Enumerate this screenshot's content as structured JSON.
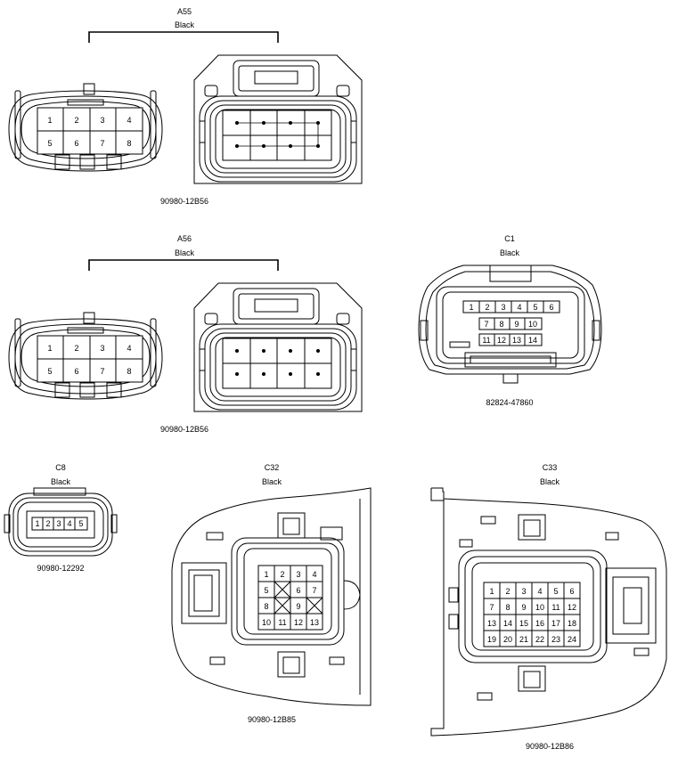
{
  "connectors": {
    "a55": {
      "code": "A55",
      "color": "Black",
      "part": "90980-12B56",
      "pins": [
        "1",
        "2",
        "3",
        "4",
        "5",
        "6",
        "7",
        "8"
      ]
    },
    "a56": {
      "code": "A56",
      "color": "Black",
      "part": "90980-12B56",
      "pins": [
        "1",
        "2",
        "3",
        "4",
        "5",
        "6",
        "7",
        "8"
      ]
    },
    "c1": {
      "code": "C1",
      "color": "Black",
      "part": "82824-47860",
      "pins_row1": [
        "1",
        "2",
        "3",
        "4",
        "5",
        "6"
      ],
      "pins_row2": [
        "7",
        "8",
        "9",
        "10"
      ],
      "pins_row3": [
        "11",
        "12",
        "13",
        "14"
      ]
    },
    "c8": {
      "code": "C8",
      "color": "Black",
      "part": "90980-12292",
      "pins": [
        "1",
        "2",
        "3",
        "4",
        "5"
      ]
    },
    "c32": {
      "code": "C32",
      "color": "Black",
      "part": "90980-12B85",
      "pins": [
        "1",
        "2",
        "3",
        "4",
        "5",
        "",
        "6",
        "7",
        "8",
        "9",
        "",
        "",
        "10",
        "11",
        "12",
        "13"
      ]
    },
    "c33": {
      "code": "C33",
      "color": "Black",
      "part": "90980-12B86",
      "pins": [
        "1",
        "2",
        "3",
        "4",
        "5",
        "6",
        "7",
        "8",
        "9",
        "10",
        "11",
        "12",
        "13",
        "14",
        "15",
        "16",
        "17",
        "18",
        "19",
        "20",
        "21",
        "22",
        "23",
        "24"
      ]
    }
  }
}
